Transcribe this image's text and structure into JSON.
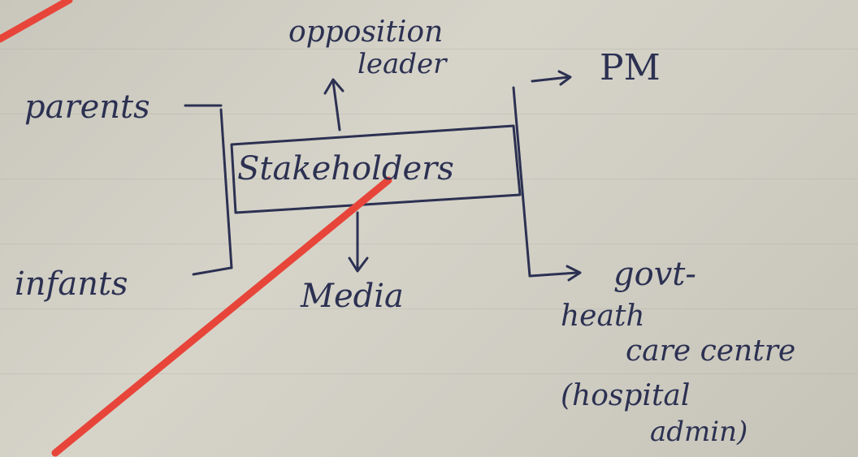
{
  "diagram": {
    "center_label": "Stakeholders",
    "top_label_line1": "opposition",
    "top_label_line2": "leader",
    "top_right_label": "PM",
    "left_top_label": "parents",
    "left_bottom_label": "infants",
    "bottom_label": "Media",
    "right_bottom_line1": "govt-",
    "right_bottom_line2": "heath",
    "right_bottom_line3": "care centre",
    "right_bottom_line4": "(hospital",
    "right_bottom_line5": "admin)"
  },
  "colors": {
    "ink": "#2c3152",
    "strike": "#e8453a",
    "paper": "#d2d0c5"
  }
}
